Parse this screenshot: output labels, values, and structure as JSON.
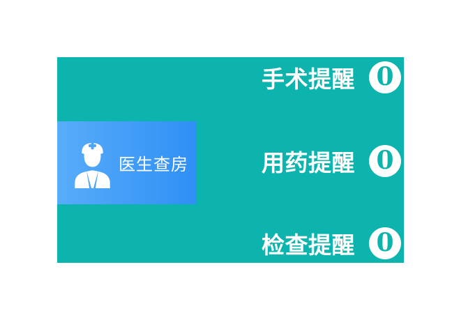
{
  "card": {
    "label": "医生查房",
    "icon": "doctor-icon"
  },
  "reminders": [
    {
      "label": "手术提醒",
      "count": "0"
    },
    {
      "label": "用药提醒",
      "count": "0"
    },
    {
      "label": "检查提醒",
      "count": "0"
    }
  ],
  "colors": {
    "panel_background": "#0CB4AD",
    "card_gradient_start": "#58ADFA",
    "card_gradient_end": "#2F8FF5",
    "badge_background": "#FFFFFF",
    "badge_digit": "#0CB4AD",
    "text": "#FFFFFF"
  }
}
